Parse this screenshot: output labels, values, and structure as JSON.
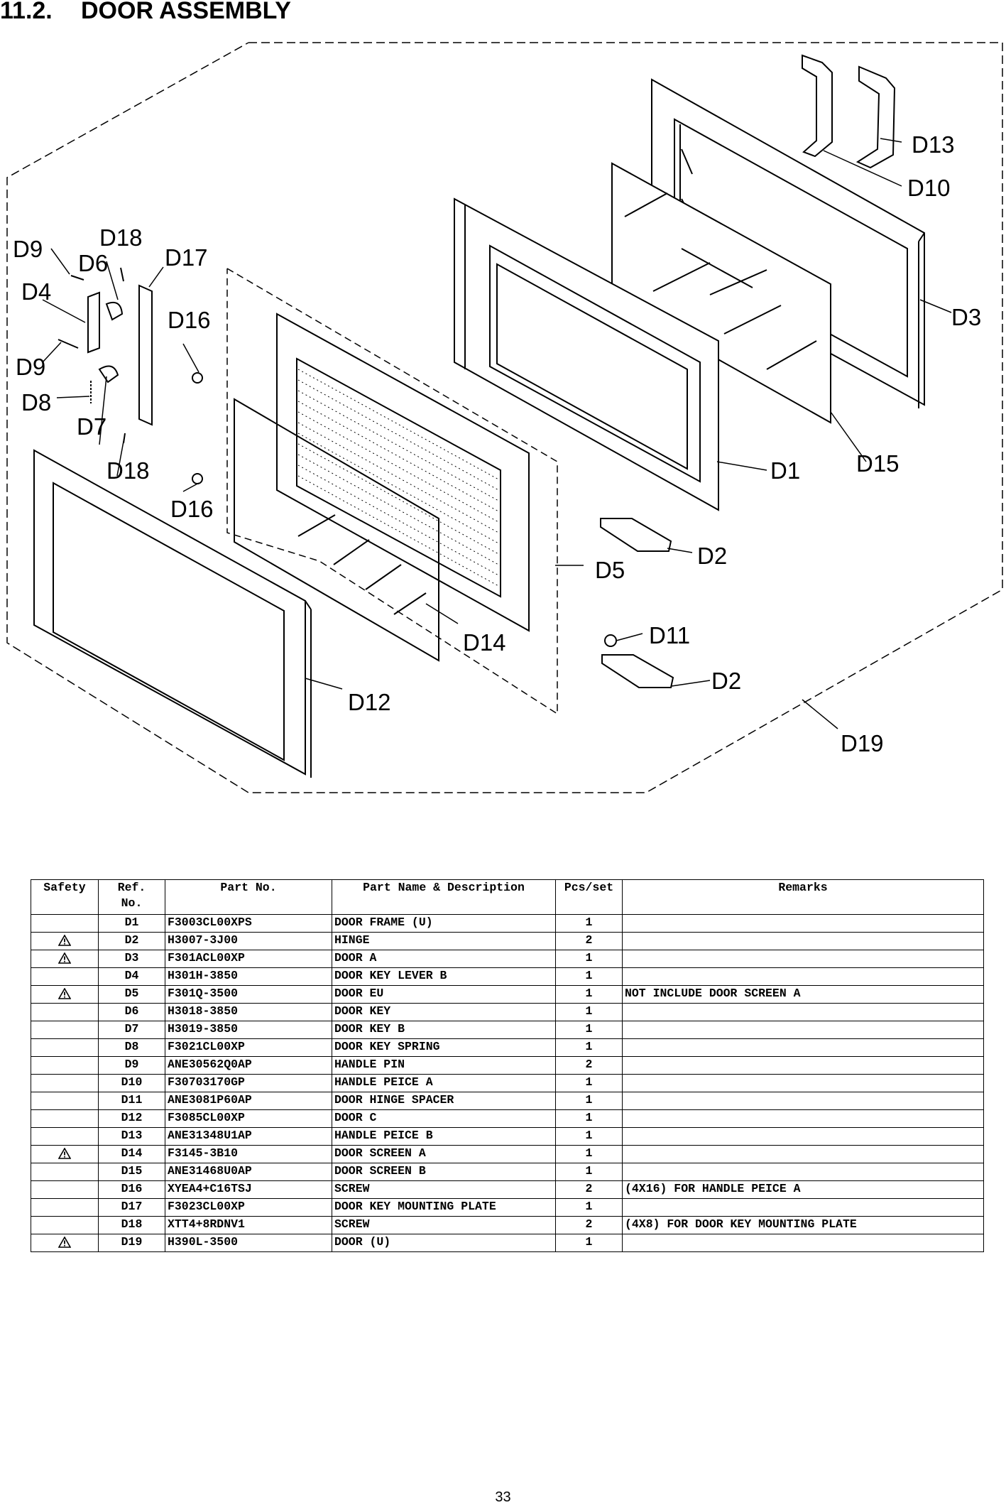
{
  "header": {
    "section_number": "11.2.",
    "section_title": "DOOR ASSEMBLY"
  },
  "diagram": {
    "callouts": [
      "D1",
      "D2",
      "D3",
      "D4",
      "D5",
      "D6",
      "D7",
      "D8",
      "D9",
      "D10",
      "D11",
      "D12",
      "D13",
      "D14",
      "D15",
      "D16",
      "D17",
      "D18",
      "D19"
    ]
  },
  "table": {
    "headers": {
      "safety": "Safety",
      "ref_no_1": "Ref.",
      "ref_no_2": "No.",
      "part_no": "Part No.",
      "part_name": "Part Name & Description",
      "pcs": "Pcs/set",
      "remarks": "Remarks"
    },
    "rows": [
      {
        "safety": false,
        "ref": "D1",
        "part_no": "F3003CL00XPS",
        "name": "DOOR FRAME (U)",
        "pcs": "1",
        "remarks": ""
      },
      {
        "safety": true,
        "ref": "D2",
        "part_no": "H3007-3J00",
        "name": "HINGE",
        "pcs": "2",
        "remarks": ""
      },
      {
        "safety": true,
        "ref": "D3",
        "part_no": "F301ACL00XP",
        "name": "DOOR A",
        "pcs": "1",
        "remarks": ""
      },
      {
        "safety": false,
        "ref": "D4",
        "part_no": "H301H-3850",
        "name": "DOOR KEY LEVER B",
        "pcs": "1",
        "remarks": ""
      },
      {
        "safety": true,
        "ref": "D5",
        "part_no": "F301Q-3500",
        "name": "DOOR EU",
        "pcs": "1",
        "remarks": "NOT INCLUDE DOOR SCREEN A"
      },
      {
        "safety": false,
        "ref": "D6",
        "part_no": "H3018-3850",
        "name": "DOOR KEY",
        "pcs": "1",
        "remarks": ""
      },
      {
        "safety": false,
        "ref": "D7",
        "part_no": "H3019-3850",
        "name": "DOOR KEY B",
        "pcs": "1",
        "remarks": ""
      },
      {
        "safety": false,
        "ref": "D8",
        "part_no": "F3021CL00XP",
        "name": "DOOR KEY SPRING",
        "pcs": "1",
        "remarks": ""
      },
      {
        "safety": false,
        "ref": "D9",
        "part_no": "ANE30562Q0AP",
        "name": "HANDLE PIN",
        "pcs": "2",
        "remarks": ""
      },
      {
        "safety": false,
        "ref": "D10",
        "part_no": "F30703170GP",
        "name": "HANDLE PEICE A",
        "pcs": "1",
        "remarks": ""
      },
      {
        "safety": false,
        "ref": "D11",
        "part_no": "ANE3081P60AP",
        "name": "DOOR HINGE SPACER",
        "pcs": "1",
        "remarks": ""
      },
      {
        "safety": false,
        "ref": "D12",
        "part_no": "F3085CL00XP",
        "name": "DOOR C",
        "pcs": "1",
        "remarks": ""
      },
      {
        "safety": false,
        "ref": "D13",
        "part_no": "ANE31348U1AP",
        "name": "HANDLE PEICE B",
        "pcs": "1",
        "remarks": ""
      },
      {
        "safety": true,
        "ref": "D14",
        "part_no": "F3145-3B10",
        "name": "DOOR SCREEN A",
        "pcs": "1",
        "remarks": ""
      },
      {
        "safety": false,
        "ref": "D15",
        "part_no": "ANE31468U0AP",
        "name": "DOOR SCREEN B",
        "pcs": "1",
        "remarks": ""
      },
      {
        "safety": false,
        "ref": "D16",
        "part_no": "XYEA4+C16TSJ",
        "name": "SCREW",
        "pcs": "2",
        "remarks": "(4X16) FOR HANDLE PEICE A"
      },
      {
        "safety": false,
        "ref": "D17",
        "part_no": "F3023CL00XP",
        "name": "DOOR KEY MOUNTING PLATE",
        "pcs": "1",
        "remarks": ""
      },
      {
        "safety": false,
        "ref": "D18",
        "part_no": "XTT4+8RDNV1",
        "name": "SCREW",
        "pcs": "2",
        "remarks": "(4X8) FOR DOOR KEY MOUNTING PLATE"
      },
      {
        "safety": true,
        "ref": "D19",
        "part_no": "H390L-3500",
        "name": "DOOR (U)",
        "pcs": "1",
        "remarks": ""
      }
    ]
  },
  "footer": {
    "page_number": "33"
  }
}
